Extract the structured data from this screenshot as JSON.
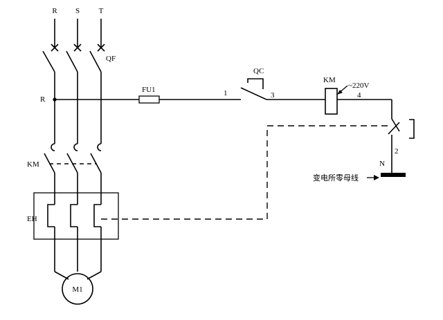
{
  "labels": {
    "phase_r": "R",
    "phase_s": "S",
    "phase_t": "T",
    "breaker": "QF",
    "tap_r": "R",
    "fuse": "FU1",
    "node_1": "1",
    "switch": "QC",
    "node_3": "3",
    "coil": "KM",
    "supply": "~220V",
    "node_4": "4",
    "node_2": "2",
    "neutral": "N",
    "neutral_bar": "变电所零母线",
    "contactor": "KM",
    "heater": "EH",
    "motor": "M1"
  }
}
